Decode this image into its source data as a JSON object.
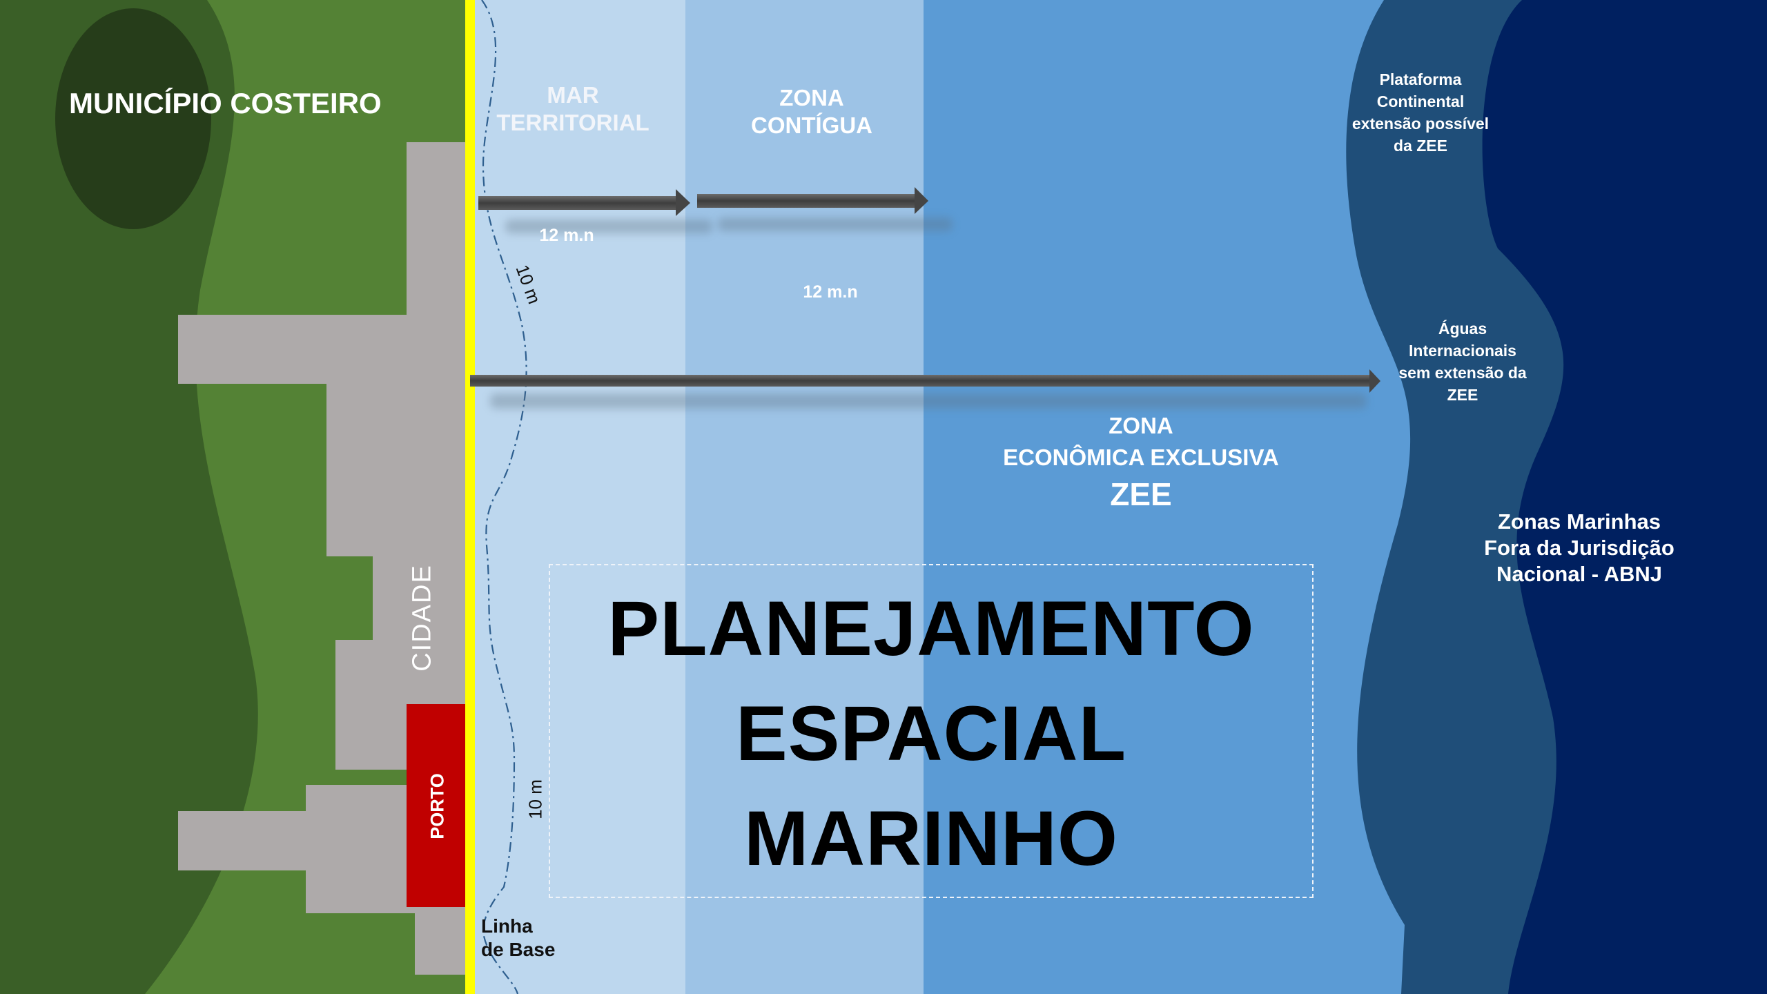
{
  "land": {
    "municipio": "MUNICÍPIO COSTEIRO",
    "cidade": "CIDADE",
    "porto": "PORTO"
  },
  "baseline": {
    "label_line1": "Linha",
    "label_line2": "de Base",
    "isobath_top": "10 m",
    "isobath_bottom": "10 m"
  },
  "zones": {
    "mar_territorial": [
      "MAR",
      "TERRITORIAL"
    ],
    "zona_contigua": [
      "ZONA",
      "CONTÍGUA"
    ],
    "zee": [
      "ZONA",
      "ECONÔMICA EXCLUSIVA"
    ],
    "zee_abbr": "ZEE",
    "plataforma": [
      "Plataforma",
      "Continental",
      "extensão possível",
      "da ZEE"
    ],
    "aguas_internacionais": [
      "Águas",
      "Internacionais",
      "sem extensão da",
      "ZEE"
    ],
    "abnj": [
      "Zonas Marinhas",
      "Fora da Jurisdição",
      "Nacional - ABNJ"
    ]
  },
  "distances": {
    "mar_territorial": "12 m.n",
    "zona_contigua": "12 m.n"
  },
  "title": [
    "PLANEJAMENTO",
    "ESPACIAL",
    "MARINHO"
  ],
  "colors": {
    "land_dark": "#3a5f27",
    "land_light": "#548235",
    "land_darkest": "#263d1a",
    "city": "#aeaaaa",
    "port": "#c00000",
    "baseline": "#ffff00",
    "mar_territorial": "#bdd7ee",
    "zona_contigua": "#9dc3e6",
    "zee": "#5b9bd5",
    "plataforma": "#1f4e79",
    "abnj": "#002060"
  }
}
